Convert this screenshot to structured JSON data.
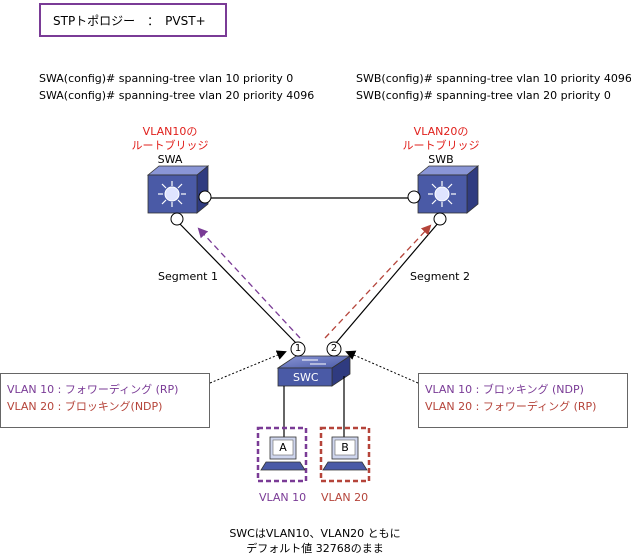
{
  "title": "STPトポロジー　：　PVST+",
  "commands": {
    "swa": [
      "SWA(config)# spanning-tree vlan 10 priority 0",
      "SWA(config)# spanning-tree vlan 20 priority 4096"
    ],
    "swb": [
      "SWB(config)# spanning-tree vlan 10 priority 4096",
      "SWB(config)# spanning-tree vlan 20 priority 0"
    ]
  },
  "switches": {
    "swa": {
      "root_line1": "VLAN10の",
      "root_line2": "ルートブリッジ",
      "name": "SWA"
    },
    "swb": {
      "root_line1": "VLAN20の",
      "root_line2": "ルートブリッジ",
      "name": "SWB"
    },
    "swc": {
      "name": "SWC",
      "port1": "1",
      "port2": "2"
    }
  },
  "segments": {
    "left": "Segment 1",
    "right": "Segment 2"
  },
  "port_boxes": {
    "left": [
      "VLAN 10 : フォワーディング (RP)",
      "VLAN 20 : ブロッキング(NDP)"
    ],
    "right": [
      "VLAN 10 : ブロッキング (NDP)",
      "VLAN 20 : フォワーディング (RP)"
    ]
  },
  "hosts": {
    "a": {
      "label": "A",
      "vlan": "VLAN 10"
    },
    "b": {
      "label": "B",
      "vlan": "VLAN 20"
    }
  },
  "note": {
    "line1": "SWCはVLAN10、VLAN20 ともに",
    "line2": "デフォルト値 32768のまま"
  },
  "colors": {
    "purple": "#7a3b96",
    "brown": "#b5443a",
    "root_text": "#e0201c",
    "switch_blue": "#4a5aa6"
  }
}
